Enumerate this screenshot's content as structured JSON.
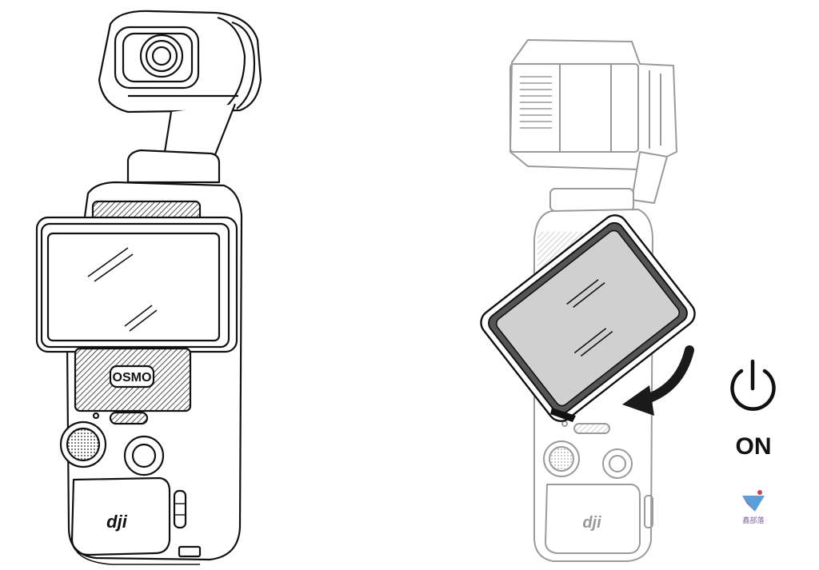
{
  "left_device": {
    "screen_brand": "OSMO",
    "body_brand": "dji"
  },
  "right_device": {
    "body_brand": "dji"
  },
  "power_indicator": {
    "icon": "power-icon",
    "label": "ON"
  },
  "watermark": {
    "text": "鑫部落",
    "color": "#7b5ea7"
  },
  "colors": {
    "line": "#111111",
    "faded_line": "#9a9a9a",
    "screen_fill": "#cfcfcf",
    "arrow": "#1a1a1a"
  }
}
